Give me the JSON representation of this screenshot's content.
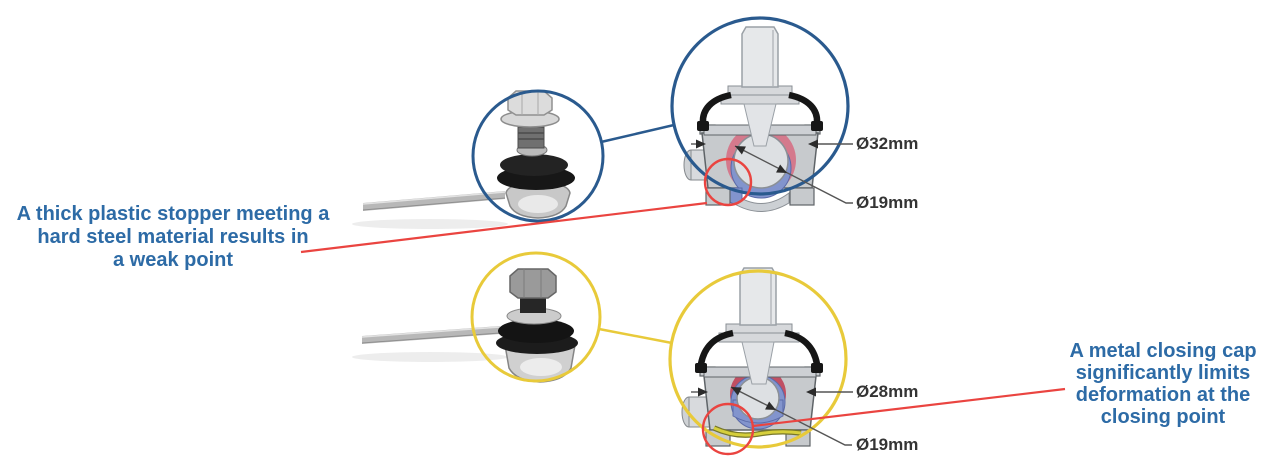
{
  "colors": {
    "blue_circle": "#2a5a8e",
    "yellow_circle": "#e8ca3a",
    "red_highlight": "#ea4440",
    "note_text_blue": "#2d6ba6",
    "dimension_text": "#343434",
    "bearing_pink": "#d4798c",
    "stopper_blue": "#8294cd",
    "closing_cap_yellow": "#d6cf3c"
  },
  "annotations": {
    "weak_point": {
      "lines": [
        "A thick plastic stopper meeting a",
        "hard steel material results in",
        "a weak point"
      ]
    },
    "closing_cap": {
      "lines": [
        "A metal closing cap",
        "significantly limits",
        "deformation at the",
        "closing point"
      ]
    }
  },
  "diagrams": {
    "top": {
      "outer_diameter": "Ø32mm",
      "inner_diameter": "Ø19mm"
    },
    "bottom": {
      "outer_diameter": "Ø28mm",
      "inner_diameter": "Ø19mm"
    }
  }
}
